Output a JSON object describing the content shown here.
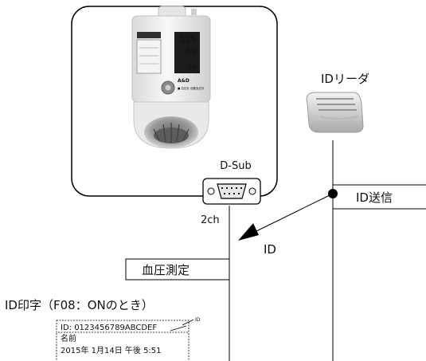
{
  "reader": {
    "label": "IDリーダ"
  },
  "port": {
    "name": "D-Sub",
    "channel": "2ch"
  },
  "flow": {
    "send_label": "ID送信",
    "arrow_label": "ID",
    "measure_label": "血圧測定"
  },
  "device": {
    "displays": [
      "125",
      "08",
      "69"
    ],
    "brand": "A&D",
    "footer_text": "■ 血圧計 自動血圧計"
  },
  "printout": {
    "title": "ID印字（F08：ONのとき）",
    "id_callout": "ID",
    "line_id": "ID: 0123456789ABCDEF",
    "line_name": "名前",
    "line_date": "2015年 1月14日 午後 5:51"
  }
}
